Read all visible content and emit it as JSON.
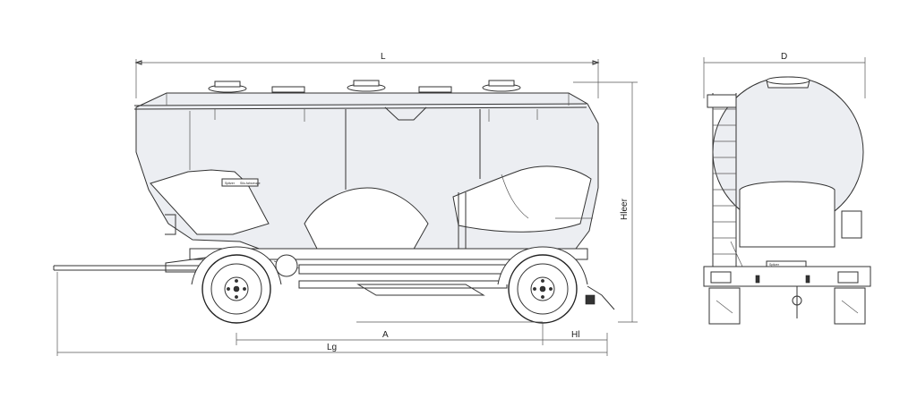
{
  "dimensions": {
    "overall_length": "L",
    "empty_height": "Hleer",
    "width": "D",
    "axle_spacing": "A",
    "drawbar_length": "Lg",
    "rear_overhang": "Hl"
  },
  "logo": {
    "left_text": "Spitzer",
    "right_text": "Silo-fahrzeuge"
  }
}
